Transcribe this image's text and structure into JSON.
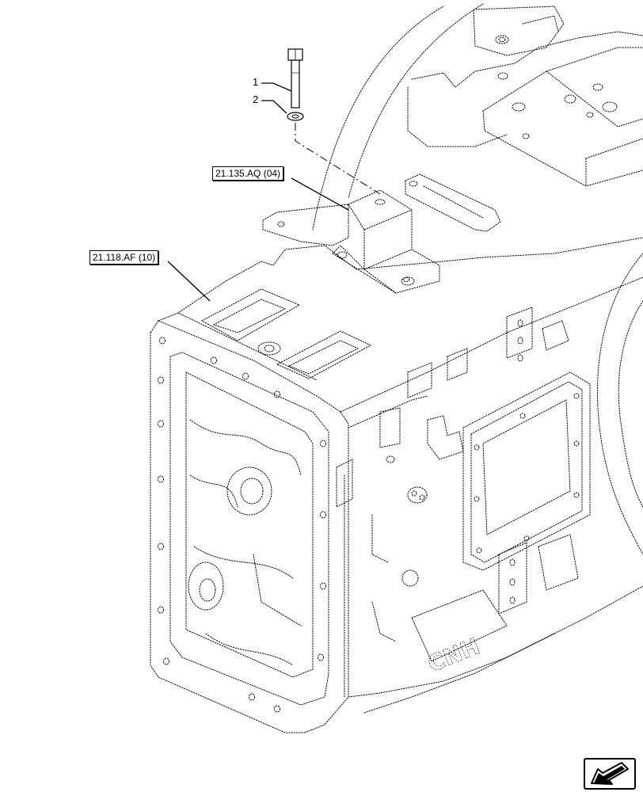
{
  "diagram": {
    "callouts": [
      {
        "number": "1"
      },
      {
        "number": "2"
      }
    ],
    "references": [
      {
        "code": "21.135.AQ (04)"
      },
      {
        "code": "21.118.AF (10)"
      }
    ],
    "casting_mark": "CNH",
    "nav_icon": {
      "name": "arrow-back-icon"
    }
  }
}
